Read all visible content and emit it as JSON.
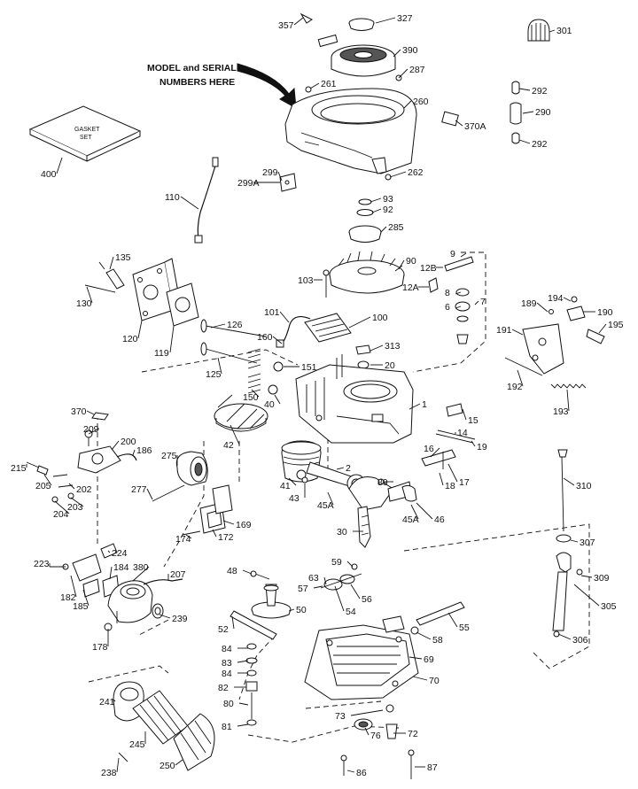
{
  "diagram": {
    "note_line1": "MODEL and SERIAL",
    "note_line2": "NUMBERS HERE",
    "gasket_set_line1": "GASKET",
    "gasket_set_line2": "SET",
    "parts": [
      "357",
      "327",
      "301",
      "390",
      "287",
      "261",
      "260",
      "292",
      "290",
      "292",
      "370A",
      "400",
      "262",
      "299",
      "299A",
      "110",
      "93",
      "92",
      "285",
      "9",
      "12B",
      "90",
      "12A",
      "8",
      "6",
      "7",
      "135",
      "130",
      "103",
      "120",
      "119",
      "126",
      "101",
      "100",
      "160",
      "194",
      "189",
      "190",
      "195",
      "191",
      "313",
      "20",
      "125",
      "151",
      "150",
      "40",
      "192",
      "193",
      "1",
      "15",
      "14",
      "370",
      "209",
      "200",
      "186",
      "42",
      "19",
      "16",
      "275",
      "215",
      "205",
      "202",
      "17",
      "18",
      "2",
      "89",
      "41",
      "310",
      "277",
      "204",
      "203",
      "43",
      "45A",
      "45A",
      "46",
      "169",
      "174",
      "172",
      "30",
      "307",
      "224",
      "48",
      "59",
      "223",
      "182",
      "185",
      "184",
      "380",
      "207",
      "63",
      "57",
      "56",
      "309",
      "50",
      "54",
      "305",
      "239",
      "52",
      "178",
      "58",
      "55",
      "84",
      "306",
      "83",
      "84",
      "69",
      "82",
      "70",
      "80",
      "73",
      "241",
      "81",
      "76",
      "72",
      "245",
      "250",
      "238",
      "86",
      "87"
    ]
  }
}
